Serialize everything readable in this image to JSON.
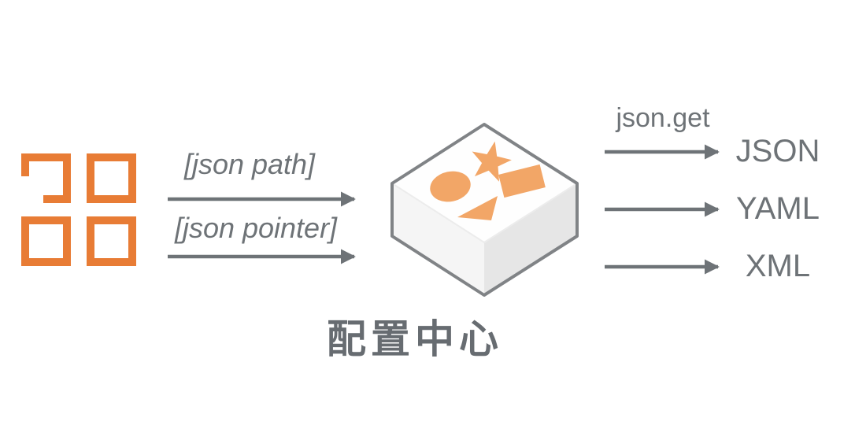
{
  "title": "配置中心",
  "source_icon": {
    "name": "modules-grid-icon",
    "color": "#E87C35"
  },
  "inputs": [
    {
      "label": "[json path]"
    },
    {
      "label": "[json pointer]"
    }
  ],
  "api_label": "json.get",
  "outputs": [
    {
      "label": "JSON"
    },
    {
      "label": "YAML"
    },
    {
      "label": "XML"
    }
  ],
  "box_icon": {
    "name": "config-center-box-icon",
    "shapes": [
      "star-shape-icon",
      "circle-shape-icon",
      "rectangle-shape-icon",
      "triangle-shape-icon"
    ],
    "shape_color": "#F2A667",
    "outline_color": "#808386"
  },
  "colors": {
    "accent_orange": "#E87C35",
    "soft_orange": "#F2A667",
    "gray_text": "#6E7377",
    "arrow_gray": "#6E7377",
    "title_gray": "#676C71"
  }
}
